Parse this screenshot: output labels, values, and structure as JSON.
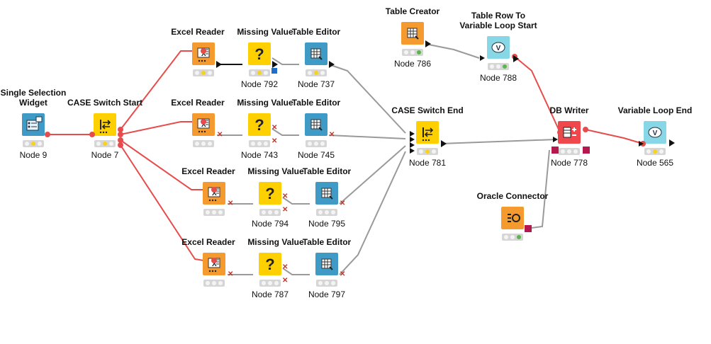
{
  "colors": {
    "reader": "#f59a2f",
    "missing": "#ffd000",
    "manipulator": "#3f9bc5",
    "switch": "#ffd000",
    "widget": "#3f9bc5",
    "loop": "#88d7e6",
    "db_writer": "#f0474c",
    "connector": "#f59a2f",
    "flow_wire": "#e74c4c",
    "data_wire": "#9a9a9a"
  },
  "nodes": {
    "n9": {
      "title": "Single Selection\nWidget",
      "label": "Node 9",
      "icon": "widget-icon"
    },
    "n7": {
      "title": "CASE Switch Start",
      "label": "Node 7",
      "icon": "switch-start-icon"
    },
    "r1": {
      "title": "Excel Reader",
      "label": "",
      "icon": "excel-reader-icon"
    },
    "m792": {
      "title": "Missing Value",
      "label": "Node 792",
      "icon": "missing-value-icon"
    },
    "t737": {
      "title": "Table Editor",
      "label": "Node 737",
      "icon": "table-editor-icon"
    },
    "r2": {
      "title": "Excel Reader",
      "label": "",
      "icon": "excel-reader-icon"
    },
    "m743": {
      "title": "Missing Value",
      "label": "Node 743",
      "icon": "missing-value-icon"
    },
    "t745": {
      "title": "Table Editor",
      "label": "Node 745",
      "icon": "table-editor-icon"
    },
    "r3": {
      "title": "Excel Reader",
      "label": "",
      "icon": "excel-reader-icon"
    },
    "m794": {
      "title": "Missing Value",
      "label": "Node 794",
      "icon": "missing-value-icon"
    },
    "t795": {
      "title": "Table Editor",
      "label": "Node 795",
      "icon": "table-editor-icon"
    },
    "r4": {
      "title": "Excel Reader",
      "label": "",
      "icon": "excel-reader-icon"
    },
    "m787": {
      "title": "Missing Value",
      "label": "Node 787",
      "icon": "missing-value-icon"
    },
    "t797": {
      "title": "Table Editor",
      "label": "Node 797",
      "icon": "table-editor-icon"
    },
    "c786": {
      "title": "Table Creator",
      "label": "Node 786",
      "icon": "table-creator-icon"
    },
    "l788": {
      "title": "Table Row To\nVariable Loop Start",
      "label": "Node 788",
      "icon": "loop-start-icon"
    },
    "e781": {
      "title": "CASE Switch End",
      "label": "Node 781",
      "icon": "switch-end-icon"
    },
    "w778": {
      "title": "DB Writer",
      "label": "Node 778",
      "icon": "db-writer-icon"
    },
    "o": {
      "title": "Oracle Connector",
      "label": "",
      "icon": "oracle-connector-icon"
    },
    "v565": {
      "title": "Variable Loop End",
      "label": "Node 565",
      "icon": "loop-end-icon"
    }
  },
  "status": {
    "n9": "yellow",
    "n7": "yellow",
    "r1": "yellow",
    "m792": "yellow",
    "t737": "yellow",
    "r2": "none",
    "m743": "none",
    "t745": "none",
    "r3": "none",
    "m794": "none",
    "t795": "none",
    "r4": "none",
    "m787": "none",
    "t797": "none",
    "c786": "green",
    "l788": "green",
    "e781": "yellow",
    "w778": "none",
    "o": "green",
    "v565": "yellow"
  }
}
